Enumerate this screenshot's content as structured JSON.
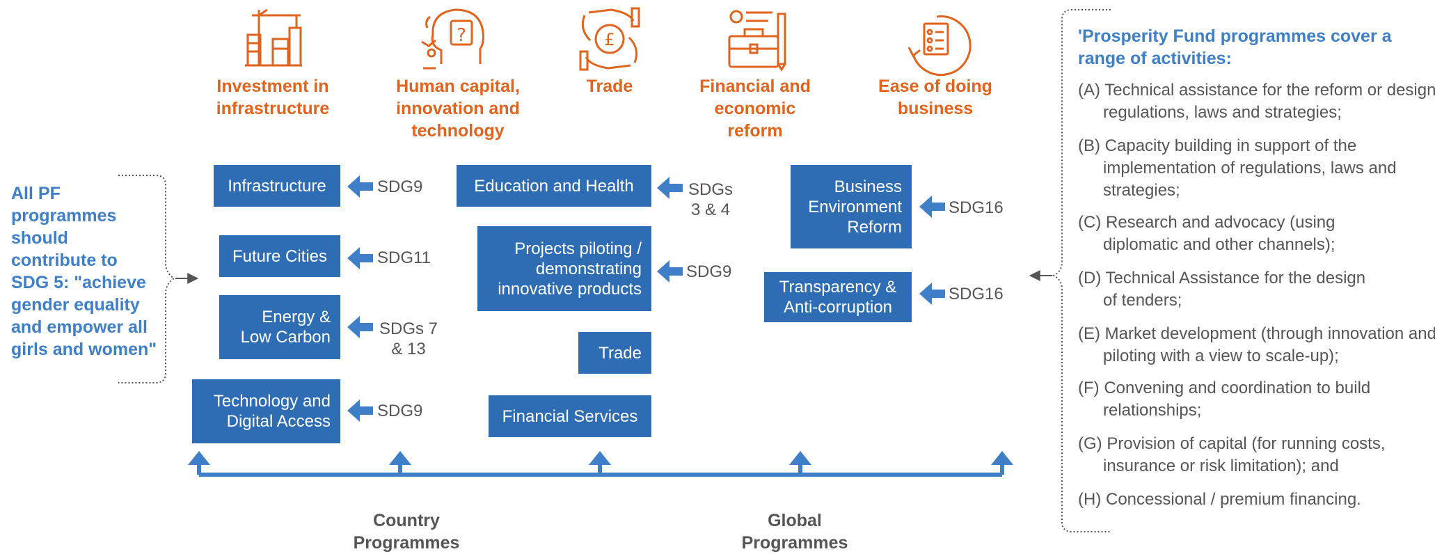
{
  "categories": [
    {
      "label": "Investment in infrastructure",
      "icon": "crane-building-icon"
    },
    {
      "label": "Human capital, innovation and technology",
      "icon": "head-question-icon"
    },
    {
      "label": "Trade",
      "icon": "hands-pound-coin-icon"
    },
    {
      "label": "Financial and economic reform",
      "icon": "briefcase-tools-icon"
    },
    {
      "label": "Ease of doing business",
      "icon": "checklist-cycle-icon"
    }
  ],
  "programmes": [
    {
      "label": "Infrastructure",
      "sdg": "SDG9"
    },
    {
      "label": "Future Cities",
      "sdg": "SDG11"
    },
    {
      "label": "Energy & Low Carbon",
      "sdg": "SDGs 7 & 13"
    },
    {
      "label": "Technology and Digital Access",
      "sdg": "SDG9"
    },
    {
      "label": "Education and Health",
      "sdg": "SDGs 3 & 4"
    },
    {
      "label": "Projects piloting / demonstrating innovative products",
      "sdg": "SDG9"
    },
    {
      "label": "Trade",
      "sdg": ""
    },
    {
      "label": "Financial Services",
      "sdg": ""
    },
    {
      "label": "Business Environment Reform",
      "sdg": "SDG16"
    },
    {
      "label": "Transparency & Anti-corruption",
      "sdg": "SDG16"
    }
  ],
  "left_note": "All PF programmes should contribute to SDG 5: \"achieve gender equality and empower all girls and women\"",
  "right_panel": {
    "title": "'Prosperity Fund programmes cover a range of activities:",
    "activities": [
      "(A) Technical assistance for the reform or design of regulations, laws and strategies;",
      "(B) Capacity building in support of the implementation of regulations, laws and strategies;",
      "(C) Research and advocacy (using diplomatic and other channels);",
      "(D) Technical Assistance for the design of tenders;",
      "(E) Market development (through innovation and piloting with a view to scale-up);",
      "(F) Convening and coordination to build relationships;",
      "(G) Provision of capital (for running costs, insurance or risk limitation); and",
      "(H) Concessional / premium financing."
    ]
  },
  "bottom": {
    "country": "Country Programmes",
    "global": "Global Programmes"
  },
  "colors": {
    "orange": "#E0641E",
    "blue_box": "#2E6DB4",
    "blue_text": "#3E7FC8",
    "gray": "#555555"
  }
}
